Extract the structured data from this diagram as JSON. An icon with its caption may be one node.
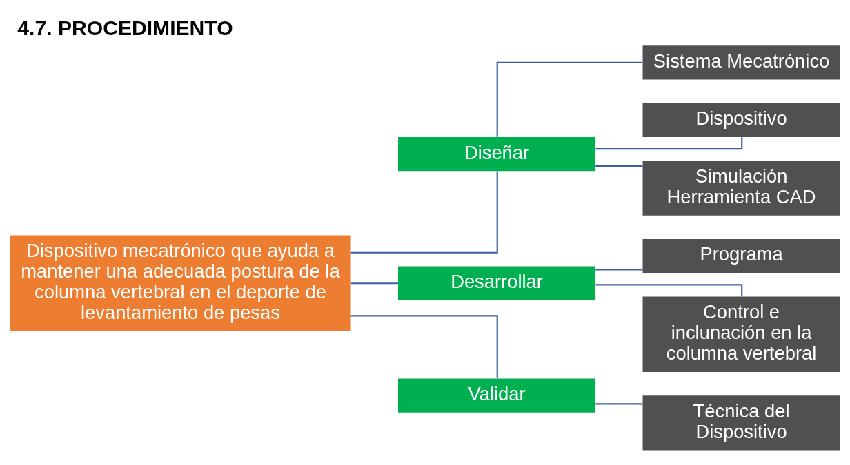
{
  "diagram": {
    "title": "4.7. PROCEDIMIENTO",
    "nodes": [
      {
        "text": [
          "Dispositivo mecatrónico que ayuda a mantener una adecuada postura de la columna vertebral en el deporte de levantamiento de pesas"
        ]
      },
      {
        "text": [
          "Diseñar"
        ]
      },
      {
        "text": [
          "Desarrollar"
        ]
      },
      {
        "text": [
          "Validar"
        ]
      },
      {
        "text": [
          "Sistema Mecatrónico"
        ]
      },
      {
        "text": [
          "Dispositivo"
        ]
      },
      {
        "text": [
          "Simulación Herramienta CAD"
        ]
      },
      {
        "text": [
          "Programa"
        ]
      },
      {
        "text": [
          "Control e inclunación en la columna vertebral"
        ]
      },
      {
        "text": [
          "Técnica del Dispositivo"
        ]
      }
    ],
    "edges": [
      {
        "from": 0,
        "to": 1,
        "arrow": "none"
      },
      {
        "from": 0,
        "to": 2,
        "arrow": "none"
      },
      {
        "from": 0,
        "to": 3,
        "arrow": "none"
      },
      {
        "from": 1,
        "to": 4,
        "arrow": "none"
      },
      {
        "from": 1,
        "to": 5,
        "arrow": "none"
      },
      {
        "from": 1,
        "to": 6,
        "arrow": "none"
      },
      {
        "from": 2,
        "to": 7,
        "arrow": "none"
      },
      {
        "from": 2,
        "to": 8,
        "arrow": "none"
      },
      {
        "from": 3,
        "to": 9,
        "arrow": "none"
      }
    ]
  }
}
